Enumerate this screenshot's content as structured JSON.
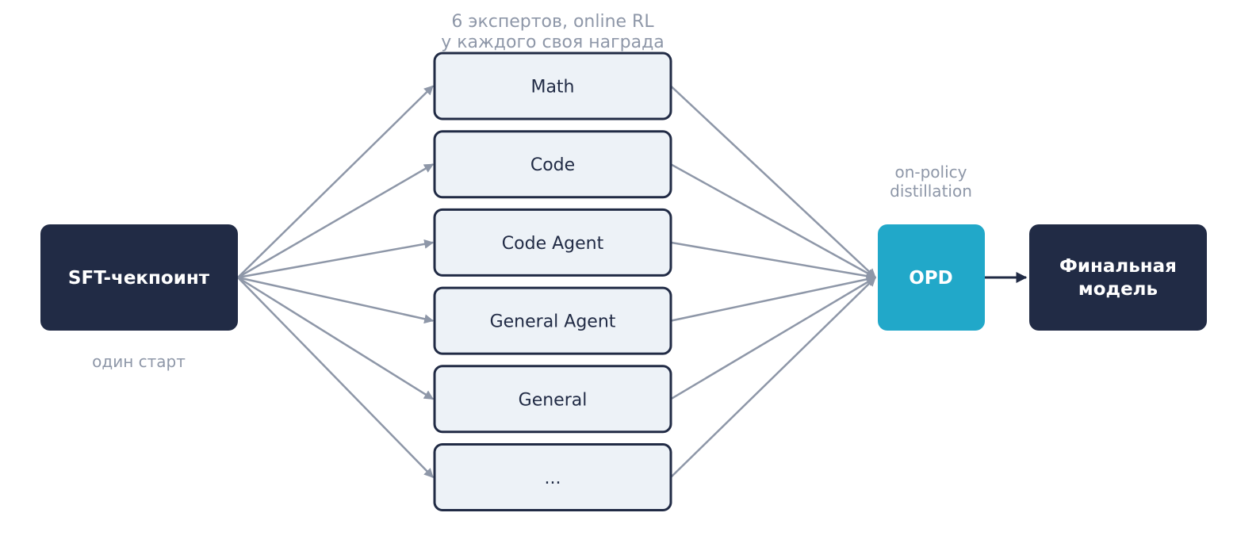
{
  "colors": {
    "dark_node": "#212b45",
    "expert_fill": "#edf2f7",
    "expert_stroke": "#212b45",
    "expert_text": "#212b45",
    "accent": "#21a8c9",
    "connector": "#8e97a8",
    "caption": "#8e97a8",
    "white": "#ffffff"
  },
  "source": {
    "label": "SFT-чекпоинт",
    "caption": "один старт"
  },
  "experts": {
    "caption_lines": [
      "6 экспертов, online RL",
      "у каждого своя награда"
    ],
    "items": [
      "Math",
      "Code",
      "Code Agent",
      "General Agent",
      "General",
      "..."
    ]
  },
  "opd": {
    "label": "OPD",
    "caption_lines": [
      "on-policy",
      "distillation"
    ]
  },
  "final": {
    "label_lines": [
      "Финальная",
      "модель"
    ]
  }
}
